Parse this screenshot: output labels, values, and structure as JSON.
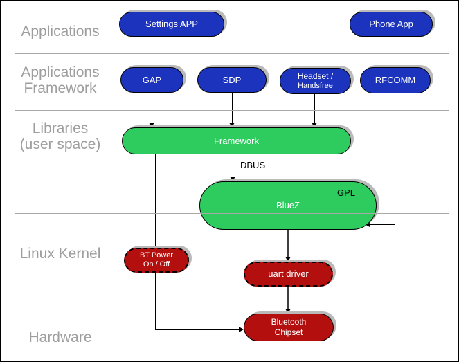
{
  "layers": [
    {
      "lines": [
        "Applications"
      ]
    },
    {
      "lines": [
        "Applications",
        "Framework"
      ]
    },
    {
      "lines": [
        "Libraries",
        "(user space)"
      ]
    },
    {
      "lines": [
        "Linux Kernel"
      ]
    },
    {
      "lines": [
        "Hardware"
      ]
    }
  ],
  "nodes": {
    "settings_app": {
      "lines": [
        "Settings APP"
      ]
    },
    "phone_app": {
      "lines": [
        "Phone App"
      ]
    },
    "gap": {
      "lines": [
        "GAP"
      ]
    },
    "sdp": {
      "lines": [
        "SDP"
      ]
    },
    "headset": {
      "lines": [
        "Headset /",
        "Handsfree"
      ]
    },
    "rfcomm": {
      "lines": [
        "RFCOMM"
      ]
    },
    "framework": {
      "lines": [
        "Framework"
      ]
    },
    "bluez": {
      "lines": [
        "BlueZ"
      ],
      "badge": "GPL"
    },
    "bt_power": {
      "lines": [
        "BT Power",
        "On / Off"
      ]
    },
    "uart_driver": {
      "lines": [
        "uart driver"
      ]
    },
    "bluetooth_chipset": {
      "lines": [
        "Bluetooth",
        "Chipset"
      ]
    }
  },
  "edge_labels": {
    "dbus": "DBUS"
  },
  "colors": {
    "app_blue": "#1c33bd",
    "stack_green": "#2ecb5e",
    "kernel_red": "#b40f0f",
    "shadow_gray": "#bababa",
    "divider_gray": "#a8a8a8",
    "label_gray": "#9e9e9e",
    "line_black": "#000000",
    "line_dark_gray": "#3f3f3f"
  }
}
